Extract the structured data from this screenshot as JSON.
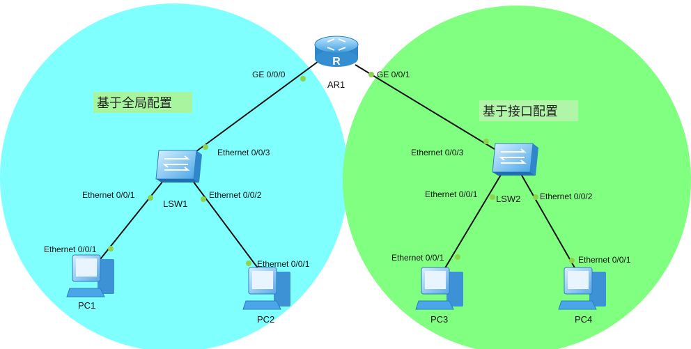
{
  "areas": [
    {
      "label": "基于全局配置",
      "color": "#80ffff",
      "label_bg": "#a8f5a0"
    },
    {
      "label": "基于接口配置",
      "color": "#80ff80",
      "label_bg": "#a8f5a0"
    }
  ],
  "devices": {
    "router": {
      "name": "AR1",
      "icon": "router-icon"
    },
    "lsw1": {
      "name": "LSW1",
      "icon": "switch-icon"
    },
    "lsw2": {
      "name": "LSW2",
      "icon": "switch-icon"
    },
    "pc1": {
      "name": "PC1",
      "icon": "pc-icon"
    },
    "pc2": {
      "name": "PC2",
      "icon": "pc-icon"
    },
    "pc3": {
      "name": "PC3",
      "icon": "pc-icon"
    },
    "pc4": {
      "name": "PC4",
      "icon": "pc-icon"
    }
  },
  "ports": {
    "ar1_ge000": "GE 0/0/0",
    "ar1_ge001": "GE 0/0/1",
    "lsw1_e003": "Ethernet 0/0/3",
    "lsw1_e001": "Ethernet 0/0/1",
    "lsw1_e002": "Ethernet 0/0/2",
    "pc1_e001": "Ethernet 0/0/1",
    "pc2_e001": "Ethernet 0/0/1",
    "lsw2_e003": "Ethernet 0/0/3",
    "lsw2_e001": "Ethernet 0/0/1",
    "lsw2_e002": "Ethernet 0/0/2",
    "pc3_e001": "Ethernet 0/0/1",
    "pc4_e001": "Ethernet 0/0/1"
  },
  "colors": {
    "link": "#111111",
    "port_dot": "#8fd34a"
  }
}
